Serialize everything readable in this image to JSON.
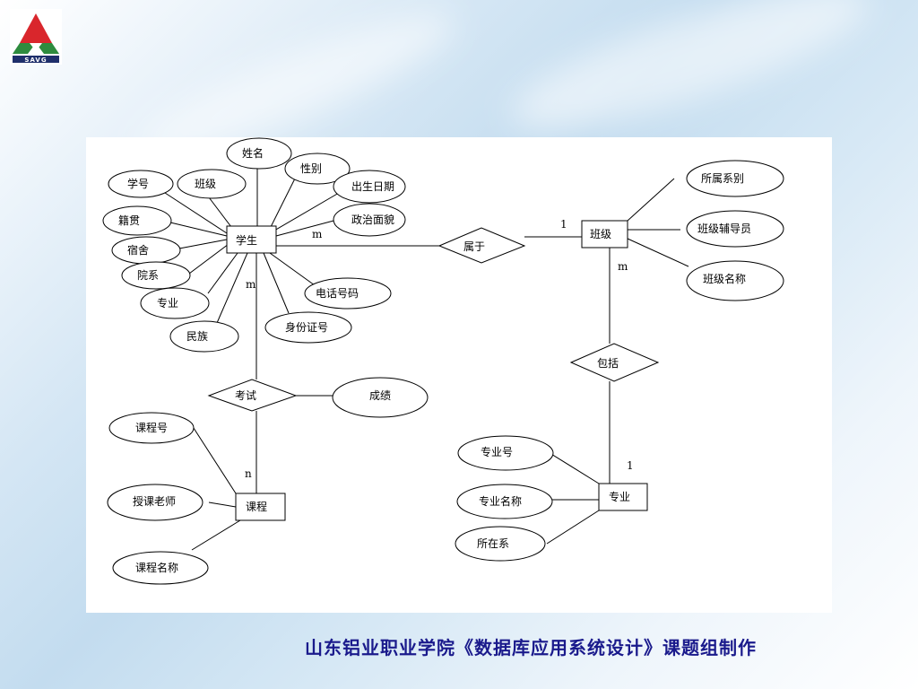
{
  "logo": {
    "text": "SAVG",
    "colors": {
      "red": "#d9262c",
      "green": "#2e8b3e",
      "navy": "#1f2f6b"
    }
  },
  "diagram": {
    "entities": {
      "student": "学生",
      "class": "班级",
      "course": "课程",
      "major": "专业"
    },
    "relationships": {
      "belongs_to": "属于",
      "exam": "考试",
      "includes": "包括"
    },
    "attributes": {
      "name": "姓名",
      "gender": "性别",
      "birth_date": "出生日期",
      "political_status": "政治面貌",
      "student_no": "学号",
      "student_class": "班级",
      "native_place": "籍贯",
      "dorm": "宿舍",
      "department": "院系",
      "student_major": "专业",
      "ethnicity": "民族",
      "phone": "电话号码",
      "id_number": "身份证号",
      "score": "成绩",
      "class_department": "所属系别",
      "class_counselor": "班级辅导员",
      "class_name": "班级名称",
      "course_no": "课程号",
      "teacher": "授课老师",
      "course_name": "课程名称",
      "major_no": "专业号",
      "major_name": "专业名称",
      "major_department": "所在系"
    },
    "cardinality": {
      "student_belongs": "m",
      "class_belongs": "1",
      "student_exam": "m",
      "course_exam": "n",
      "class_includes": "m",
      "major_includes": "1"
    }
  },
  "footer": {
    "text": "山东铝业职业学院《数据库应用系统设计》课题组制作"
  }
}
